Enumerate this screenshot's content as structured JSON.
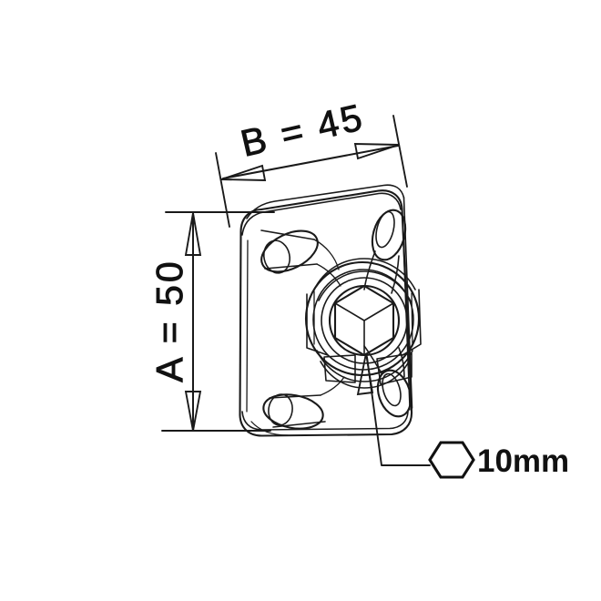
{
  "drawing": {
    "title": "Square mounting plate isometric technical drawing",
    "background_color": "#ffffff",
    "line_color": "#1a1a1a",
    "dimensions": {
      "height": {
        "label": "A = 50",
        "symbol": "A",
        "value": 50,
        "unit": "mm",
        "orientation": "vertical",
        "text_rotation_deg": -90
      },
      "width": {
        "label": "B = 45",
        "symbol": "B",
        "value": 45,
        "unit": "mm",
        "orientation": "angled",
        "text_rotation_deg": -13
      }
    },
    "callout": {
      "icon": "hexagon-icon",
      "label": "10mm",
      "value": 10,
      "unit": "mm",
      "description": "hex socket size"
    },
    "part": {
      "type": "square mounting plate with central hex fitting",
      "corner_holes": 4,
      "hole_shape": "oval slot",
      "center_feature": "hex socket"
    }
  }
}
